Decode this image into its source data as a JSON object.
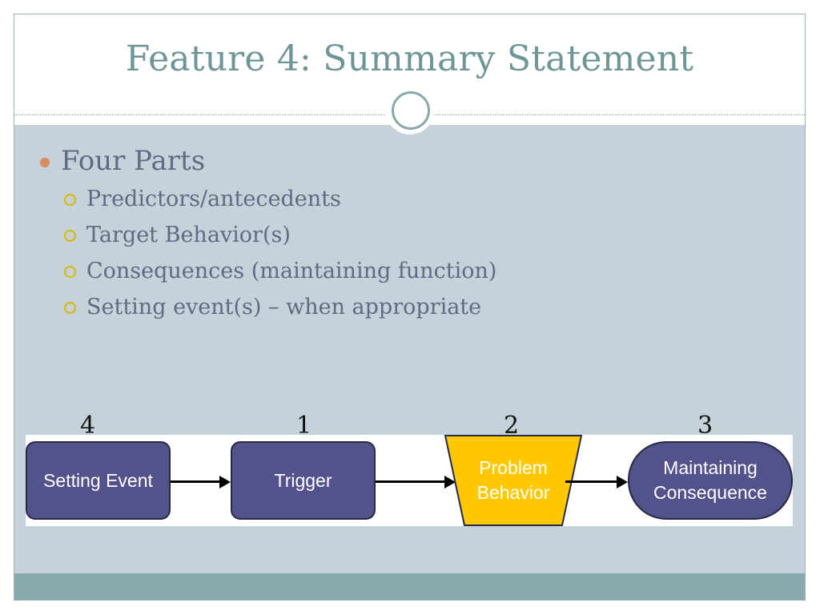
{
  "slide": {
    "title": "Feature 4: Summary Statement",
    "bullets": {
      "main": "Four Parts",
      "sub": [
        "Predictors/antecedents",
        "Target Behavior(s)",
        "Consequences (maintaining function)",
        "Setting event(s) – when appropriate"
      ]
    }
  },
  "diagram": {
    "step_numbers": [
      "4",
      "1",
      "2",
      "3"
    ],
    "boxes": {
      "setting_event": "Setting Event",
      "trigger": "Trigger",
      "problem_behavior_line1": "Problem",
      "problem_behavior_line2": "Behavior",
      "maintaining_line1": "Maintaining",
      "maintaining_line2": "Consequence"
    },
    "colors": {
      "box_fill": "#54528a",
      "box_border": "#262a45",
      "problem_fill": "#ffc800"
    }
  },
  "theme": {
    "title_color": "#6e9597",
    "body_bg": "#c6d2d9",
    "footer_color": "#89aaac",
    "bullet_dot_color": "#d98960",
    "sub_bullet_color": "#d8b800"
  }
}
